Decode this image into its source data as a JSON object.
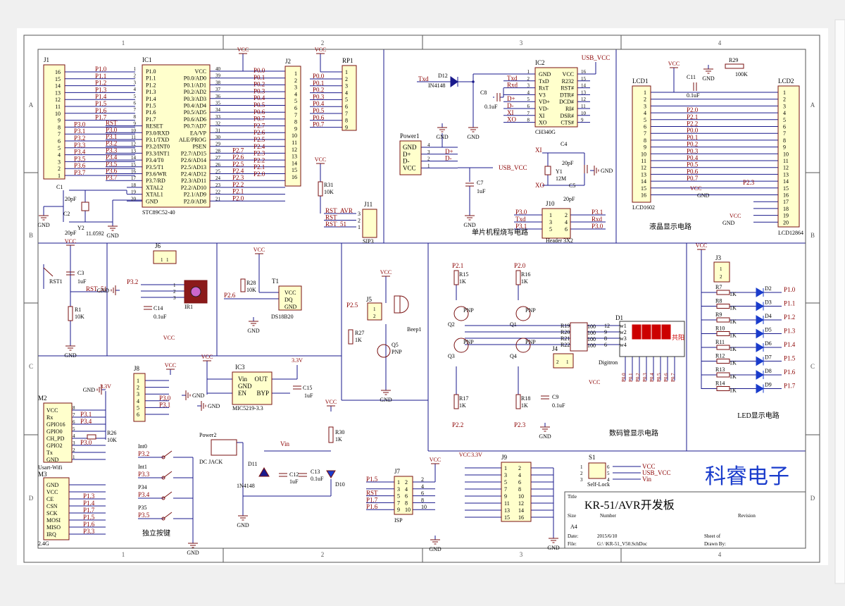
{
  "frame": {
    "cols": [
      "1",
      "2",
      "3",
      "4"
    ],
    "rows": [
      "A",
      "B",
      "C",
      "D"
    ]
  },
  "title_block": {
    "title_label": "Title",
    "title": "KR-51/AVR开发板",
    "size_label": "Size",
    "size": "A4",
    "number_label": "Number",
    "revision_label": "Revision",
    "date_label": "Date:",
    "date": "2015/6/10",
    "file_label": "File:",
    "file": "G:\\        \\KR-51_V50.SchDoc",
    "sheet_label": "Sheet    of",
    "drawn_label": "Drawn By:"
  },
  "brand": "科睿电子",
  "sections": {
    "programmer": "单片机程烧写电路",
    "lcd": "液晶显示电路",
    "seg": "数码管显示电路",
    "led": "LED显示电路",
    "keys": "独立按键"
  },
  "power": {
    "vcc": "VCC",
    "gnd": "GND",
    "v33": "3.3V",
    "usb_vcc": "USB_VCC",
    "vin": "Vin"
  },
  "j1": {
    "ref": "J1",
    "pins": [
      "16",
      "15",
      "14",
      "13",
      "12",
      "11",
      "10",
      "9",
      "8",
      "7",
      "6",
      "5",
      "4",
      "3",
      "2",
      "1"
    ],
    "nets": [
      "P1.0",
      "P1.1",
      "P1.2",
      "P1.3",
      "P1.4",
      "P1.5",
      "P1.6",
      "P1.7",
      "P3.0",
      "P3.1",
      "P3.2",
      "P3.3",
      "P3.4",
      "P3.5",
      "P3.6",
      "P3.7"
    ]
  },
  "ic1": {
    "ref": "IC1",
    "part": "STC89C52-40",
    "left_nets": [
      "P1.0",
      "P1.1",
      "P1.2",
      "P1.3",
      "P1.4",
      "P1.5",
      "P1.6",
      "P1.7",
      "RST",
      "P3.0",
      "P3.1",
      "P3.2",
      "P3.3",
      "P3.4",
      "P3.5",
      "P3.6",
      "P3.7"
    ],
    "left_nums": [
      "1",
      "2",
      "3",
      "4",
      "5",
      "6",
      "7",
      "8",
      "9",
      "10",
      "11",
      "12",
      "13",
      "14",
      "15",
      "16",
      "17",
      "18",
      "19",
      "20"
    ],
    "left_names": [
      "P1.0",
      "P1.1",
      "P1.2",
      "P1.3",
      "P1.4",
      "P1.5",
      "P1.6",
      "P1.7",
      "RESET",
      "P3.0/RXD",
      "P3.1/TXD",
      "P3.2/INT0",
      "P3.3/INT1",
      "P3.4/T0",
      "P3.5/T1",
      "P3.6/WR",
      "P3.7/RD",
      "XTAL2",
      "XTAL1",
      "GND"
    ],
    "right_names": [
      "VCC",
      "P0.0/AD0",
      "P0.1/AD1",
      "P0.2/AD2",
      "P0.3/AD3",
      "P0.4/AD4",
      "P0.5/AD5",
      "P0.6/AD6",
      "P0.7/AD7",
      "EA/VP",
      "ALE/PROG",
      "PSEN",
      "P2.7/AD15",
      "P2.6/AD14",
      "P2.5/AD13",
      "P2.4/AD12",
      "P2.3/AD11",
      "P2.2/AD10",
      "P2.1/AD9",
      "P2.0/AD8"
    ],
    "right_nums": [
      "40",
      "39",
      "38",
      "37",
      "36",
      "35",
      "34",
      "33",
      "32",
      "31",
      "30",
      "29",
      "28",
      "27",
      "26",
      "25",
      "24",
      "23",
      "22",
      "21"
    ],
    "right_nets": [
      "",
      "",
      "",
      "",
      "",
      "",
      "",
      "",
      "",
      "",
      "",
      "",
      "P2.7",
      "P2.6",
      "P2.5",
      "P2.4",
      "P2.3",
      "P2.2",
      "P2.1",
      "P2.0"
    ]
  },
  "j2": {
    "ref": "J2",
    "pins": [
      "1",
      "2",
      "3",
      "4",
      "5",
      "6",
      "7",
      "8",
      "9",
      "10",
      "11",
      "12",
      "13",
      "14",
      "15",
      "16"
    ],
    "nets": [
      "P0.0",
      "P0.1",
      "P0.2",
      "P0.3",
      "P0.4",
      "P0.5",
      "P0.6",
      "P0.7",
      "P2.7",
      "P2.6",
      "P2.5",
      "P2.4",
      "P2.3",
      "P2.2",
      "P2.1",
      "P2.0"
    ]
  },
  "rp1": {
    "ref": "RP1",
    "pins": [
      "1",
      "2",
      "3",
      "4",
      "5",
      "6",
      "7",
      "8",
      "9"
    ],
    "nets": [
      "P0.0",
      "P0.1",
      "P0.2",
      "P0.3",
      "P0.4",
      "P0.5",
      "P0.6",
      "P0.7"
    ]
  },
  "clock": {
    "c1": "C1",
    "c1v": "20pF",
    "c2": "C2",
    "c2v": "20pF",
    "y2": "Y2",
    "y2v": "11.0592"
  },
  "j11": {
    "ref": "J11",
    "pins": [
      "3",
      "2",
      "1"
    ],
    "nets": [
      "RST_AVR",
      "RST",
      "RST_51"
    ],
    "part": "SIP3"
  },
  "ic2": {
    "ref": "IC2",
    "part": "CH340G",
    "left_nums": [
      "1",
      "2",
      "3",
      "4",
      "5",
      "6",
      "7",
      "8"
    ],
    "left_names": [
      "GND",
      "TxD",
      "RxT",
      "V3",
      "VD+",
      "VD-",
      "XI",
      "XO"
    ],
    "left_nets": [
      "",
      "Txd",
      "Rxd",
      "",
      "D+",
      "D-",
      "XI",
      "XO"
    ],
    "right_names": [
      "VCC",
      "R232",
      "RST#",
      "DTR#",
      "DCD#",
      "RI#",
      "DSR#",
      "CTS#"
    ],
    "right_nums": [
      "16",
      "15",
      "14",
      "13",
      "12",
      "11",
      "10",
      "9"
    ],
    "d12": "D12",
    "d12v": "IN4148",
    "c8": "C8",
    "c8v": "0.1uF"
  },
  "power1": {
    "ref": "Power1",
    "pins": [
      "4",
      "3",
      "2",
      "1"
    ],
    "names": [
      "GND",
      "D+",
      "D-",
      "VCC"
    ],
    "nets": [
      "",
      "D+",
      "D-",
      ""
    ],
    "c7": "C7",
    "c7v": "1uF"
  },
  "xtal1": {
    "c4": "C4",
    "c4v": "20pF",
    "c5": "C5",
    "c5v": "20pF",
    "y1": "Y1",
    "y1v": "12M",
    "xi": "XI",
    "xo": "XO"
  },
  "j10": {
    "ref": "J10",
    "part": "Header 3X2",
    "left": [
      "P3.0",
      "Txd",
      "P3.1"
    ],
    "lnums": [
      "1",
      "3",
      "5"
    ],
    "rnums": [
      "2",
      "4",
      "6"
    ],
    "right": [
      "P3.1",
      "Rxd",
      "P3.0"
    ]
  },
  "lcd1": {
    "ref": "LCD1",
    "part": "LCD1602",
    "pins": [
      "1",
      "2",
      "3",
      "4",
      "5",
      "6",
      "7",
      "8",
      "9",
      "10",
      "11",
      "12",
      "13",
      "14",
      "15",
      "16"
    ],
    "nets": [
      "",
      "",
      "",
      "P2.0",
      "P2.1",
      "P2.2",
      "P0.0",
      "P0.1",
      "P0.2",
      "P0.3",
      "P0.4",
      "P0.5",
      "P0.6",
      "P0.7",
      "",
      ""
    ],
    "c11": "C11",
    "c11v": "0.1uF",
    "r29": "R29",
    "r29v": "100K"
  },
  "lcd2": {
    "ref": "LCD2",
    "part": "LCD12864",
    "pins": [
      "1",
      "2",
      "3",
      "4",
      "5",
      "6",
      "7",
      "8",
      "9",
      "10",
      "11",
      "12",
      "13",
      "14",
      "15",
      "16",
      "17",
      "18",
      "19",
      "20"
    ],
    "p23": "P2.3"
  },
  "reset": {
    "s": "RST1",
    "c3": "C3",
    "c3v": "1uF",
    "r1": "R1",
    "r1v": "10K",
    "net": "RST_51"
  },
  "ir": {
    "j6": "J6",
    "ref": "IR1",
    "net": "P3.2",
    "c14": "C14",
    "c14v": "0.1uF",
    "pins": [
      "1",
      "2",
      "3"
    ]
  },
  "ds": {
    "ref": "T1",
    "part": "DS18B20",
    "net": "P2.6",
    "r28": "R28",
    "r28v": "10K",
    "pins": [
      "VCC",
      "DQ",
      "GND"
    ]
  },
  "beep": {
    "ref": "Beep1",
    "j5": "J5",
    "net": "P2.5",
    "r27": "R27",
    "r27v": "1K",
    "q5": "Q5",
    "q5t": "PNP"
  },
  "seg": {
    "q": [
      "Q2",
      "Q1",
      "Q3",
      "Q4"
    ],
    "qt": "PNP",
    "rtop": [
      [
        "R15",
        "1K"
      ],
      [
        "R16",
        "1K"
      ]
    ],
    "rbot": [
      [
        "R17",
        "1K"
      ],
      [
        "R18",
        "1K"
      ]
    ],
    "topnets": [
      "P2.1",
      "P2.0"
    ],
    "botnets": [
      "P2.2",
      "P2.3"
    ],
    "rb": [
      "R19",
      "R20",
      "R21",
      "R22"
    ],
    "rbv": "100",
    "d1": "D1",
    "part": "Digitron",
    "w": [
      "w1",
      "w2",
      "w3",
      "w4"
    ],
    "wn": [
      "12",
      "9",
      "8",
      "6"
    ],
    "segnets": [
      "P0.0",
      "P0.1",
      "P0.2",
      "P0.3",
      "P0.4",
      "P0.5",
      "P0.6",
      "P0.7"
    ],
    "j4": "J4",
    "c9": "C9",
    "c9v": "0.1uF",
    "label": "共阳"
  },
  "led": {
    "j3": "J3",
    "r": [
      "R7",
      "R8",
      "R9",
      "R10",
      "R11",
      "R12",
      "R13",
      "R14"
    ],
    "rv": "1K",
    "d": [
      "D2",
      "D3",
      "D4",
      "D5",
      "D6",
      "D7",
      "D8",
      "D9"
    ],
    "nets": [
      "P1.0",
      "P1.1",
      "P1.2",
      "P1.3",
      "P1.4",
      "P1.5",
      "P1.6",
      "P1.7"
    ]
  },
  "m2": {
    "ref": "M2",
    "part": "Usart-Wifi",
    "names": [
      "VCC",
      "Rx",
      "GPIO16",
      "GPIO0",
      "CH_PD",
      "GPIO2",
      "Tx",
      "GND"
    ],
    "nums": [
      "8",
      "7",
      "6",
      "5",
      "4",
      "3",
      "2",
      "1"
    ],
    "nets": [
      "",
      "P3.1",
      "P3.4",
      "",
      "",
      "P3.0",
      "",
      ""
    ],
    "r26": "R26",
    "r26v": "10K"
  },
  "m3": {
    "ref": "M3",
    "part": "2.4G",
    "names": [
      "GND",
      "VCC",
      "CE",
      "CSN",
      "SCK",
      "MOSI",
      "MISO",
      "IRQ"
    ],
    "nets": [
      "",
      "",
      "P1.3",
      "P1.4",
      "P1.7",
      "P1.5",
      "P1.6",
      "P3.3"
    ]
  },
  "j8": {
    "ref": "J8",
    "pins": [
      "1",
      "2",
      "3",
      "4",
      "5",
      "6"
    ],
    "nets": [
      "",
      "",
      "",
      "P3.0",
      "P3.1",
      ""
    ]
  },
  "ic3": {
    "ref": "IC3",
    "part": "MIC5219-3.3",
    "pins": [
      "Vin",
      "GND",
      "EN",
      "OUT",
      "BYP"
    ],
    "c15": "C15",
    "c15v": "1uF"
  },
  "keys": {
    "refs": [
      "Int0",
      "Int1",
      "P34",
      "P35"
    ],
    "nets": [
      "P3.2",
      "P3.3",
      "P3.4",
      "P3.5"
    ]
  },
  "dcin": {
    "ref": "Power2",
    "part": "DC JACK",
    "d11": "D11",
    "d11v": "1N4148",
    "c12": "C12",
    "c12v": "1uF",
    "c13": "C13",
    "c13v": "0.1uF",
    "r30": "R30",
    "r30v": "1K",
    "d10": "D10"
  },
  "j7": {
    "ref": "J7",
    "part": "ISP",
    "lnums": [
      "1",
      "3",
      "5",
      "7",
      "9"
    ],
    "rnums": [
      "2",
      "4",
      "6",
      "8",
      "10"
    ],
    "nets": [
      "P1.5",
      "",
      "RST",
      "P1.7",
      "P1.6"
    ]
  },
  "j9": {
    "ref": "J9",
    "lnums": [
      "1",
      "3",
      "5",
      "7",
      "9",
      "11",
      "13",
      "15"
    ],
    "rnums": [
      "2",
      "4",
      "6",
      "8",
      "10",
      "12",
      "14",
      "16"
    ]
  },
  "s1": {
    "ref": "S1",
    "part": "Self-Lock",
    "nums": [
      "1",
      "2",
      "3"
    ],
    "rnums": [
      "6",
      "5",
      "4"
    ],
    "nets": [
      "VCC",
      "USB_VCC",
      "Vin"
    ]
  }
}
